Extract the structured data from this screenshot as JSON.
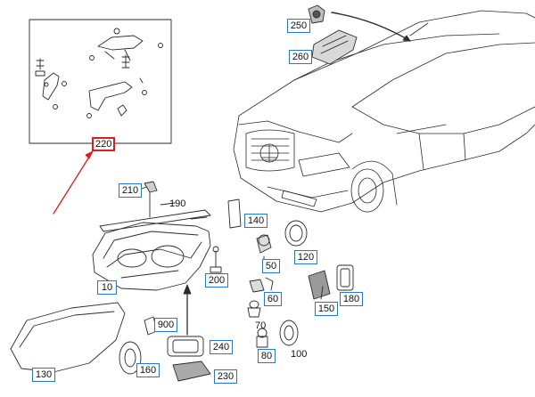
{
  "colors": {
    "callout_border": "#2a78c2",
    "highlight": "#e01b1b",
    "line": "#2b2b2b"
  },
  "callouts": {
    "c250": "250",
    "c260": "260",
    "c220": "220",
    "c210": "210",
    "c140": "140",
    "c50": "50",
    "c120": "120",
    "c200": "200",
    "c10": "10",
    "c60": "60",
    "c180": "180",
    "c150": "150",
    "c900": "900",
    "c240": "240",
    "c80": "80",
    "c130": "130",
    "c160": "160",
    "c230": "230"
  },
  "labels": {
    "l190": "190",
    "l70": "70",
    "l100": "100"
  }
}
